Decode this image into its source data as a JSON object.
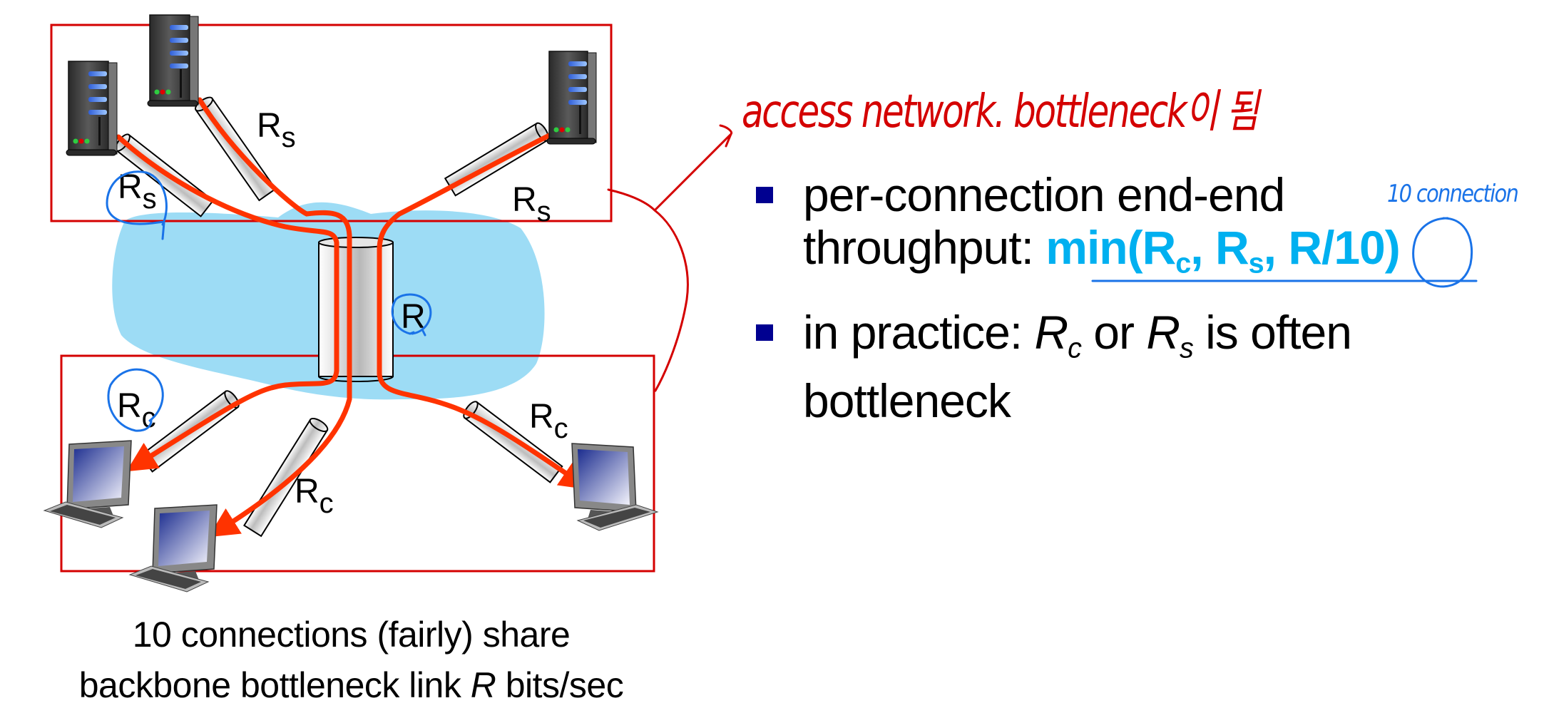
{
  "diagram": {
    "title": "Throughput: network scenario",
    "colors": {
      "access_box": "#d40000",
      "cloud": "#9ddcf5",
      "flow": "#ff3300",
      "pen_blue": "#1a73e8",
      "pen_red": "#d40000",
      "formula": "#00B0F0",
      "bullet": "#000090"
    },
    "servers": [
      {
        "name": "server-1",
        "icon": "server-icon"
      },
      {
        "name": "server-2",
        "icon": "server-icon"
      },
      {
        "name": "server-3",
        "icon": "server-icon"
      }
    ],
    "clients": [
      {
        "name": "client-1",
        "icon": "desktop-computer-icon"
      },
      {
        "name": "client-2",
        "icon": "desktop-computer-icon"
      },
      {
        "name": "client-3",
        "icon": "desktop-computer-icon"
      }
    ],
    "link_labels": {
      "server_link": {
        "main": "R",
        "sub": "s"
      },
      "client_link": {
        "main": "R",
        "sub": "c"
      },
      "backbone": "R"
    },
    "caption": {
      "line1": "10 connections (fairly) share",
      "line2_pre": "backbone bottleneck link ",
      "line2_var": "R",
      "line2_post": " bits/sec"
    }
  },
  "annotations": {
    "red_note": "access network. bottleneck이 됨",
    "blue_note": "10 connection"
  },
  "bullets": [
    {
      "line1": "per-connection end-end",
      "line2_pre": "throughput: ",
      "formula": {
        "open": "min(R",
        "sub1": "c",
        "mid1": ", R",
        "sub2": "s",
        "mid2": ", R/",
        "divisor": "10",
        "close": ")"
      }
    },
    {
      "pre": "in practice: ",
      "var1": "R",
      "var1_sub": "c",
      "mid": " or ",
      "var2": "R",
      "var2_sub": "s",
      "post": " is often bottleneck"
    }
  ]
}
